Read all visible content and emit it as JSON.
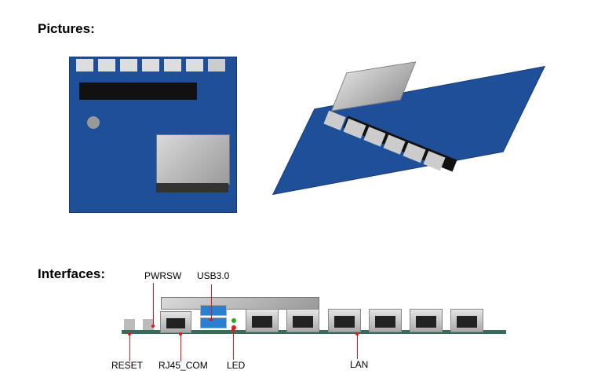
{
  "sections": {
    "pictures_heading": "Pictures:",
    "interfaces_heading": "Interfaces:"
  },
  "interfaces": {
    "labels": {
      "pwrsw": "PWRSW",
      "usb": "USB3.0",
      "reset": "RESET",
      "rj45": "RJ45_COM",
      "led": "LED",
      "lan": "LAN"
    }
  },
  "colors": {
    "board": "#1f4f98",
    "pointer": "#e11111"
  }
}
